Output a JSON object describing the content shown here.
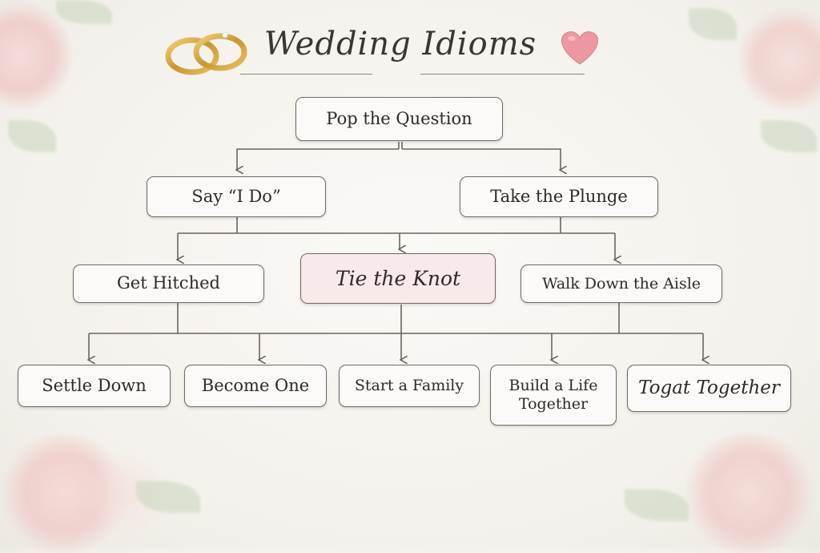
{
  "title": "Wedding Idioms",
  "icons": [
    "wedding-rings-icon",
    "heart-icon"
  ],
  "colors": {
    "box_border": "#6f6a64",
    "box_fill": "#fbfaf8",
    "highlight_fill": "#f8e9ea",
    "heart": "#e8909a",
    "ring_gold": "#d4a73c"
  },
  "nodes": {
    "pop_the_question": "Pop the Question",
    "say_i_do": "Say “I Do”",
    "take_the_plunge": "Take the Plunge",
    "get_hitched": "Get Hitched",
    "tie_the_knot": "Tie the Knot",
    "walk_down_the_aisle": "Walk Down the Aisle",
    "settle_down": "Settle Down",
    "become_one": "Become One",
    "start_a_family": "Start a Family",
    "build_a_life_together": "Build a Life Together",
    "togat_together": "Togat Together"
  }
}
